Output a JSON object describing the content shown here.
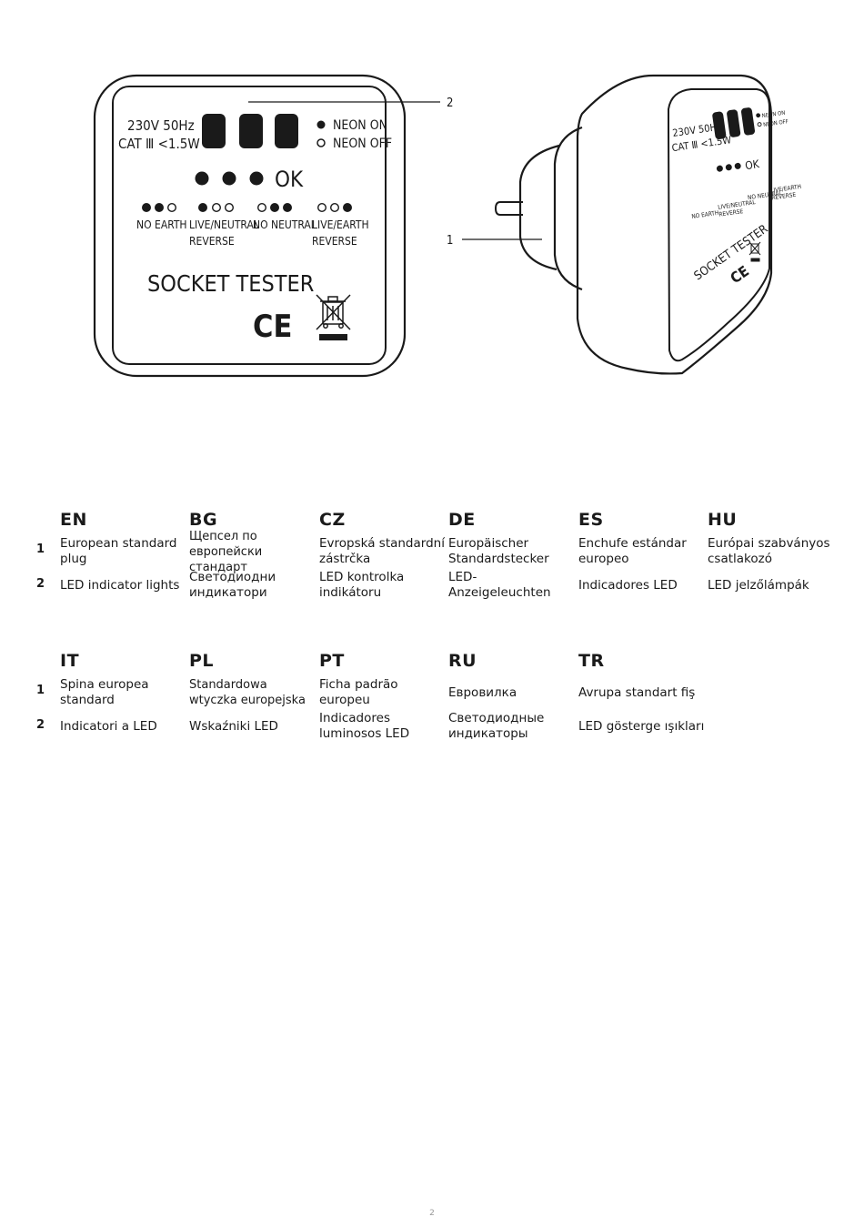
{
  "diagram": {
    "callouts": [
      "2",
      "1"
    ],
    "front": {
      "rating_line1": "230V 50Hz",
      "rating_line2": "CAT Ⅲ <1.5W",
      "legend_on": "NEON ON",
      "legend_off": "NEON OFF",
      "ok_label": "OK",
      "states": [
        {
          "line1": "NO EARTH",
          "line2": ""
        },
        {
          "line1": "LIVE/NEUTRAL",
          "line2": "REVERSE"
        },
        {
          "line1": "NO NEUTRAL",
          "line2": ""
        },
        {
          "line1": "LIVE/EARTH",
          "line2": "REVERSE"
        }
      ],
      "brand_text": "SOCKET TESTER",
      "ce_mark": "CE"
    },
    "side": {
      "rating_line1": "230V 50Hz",
      "rating_line2": "CAT Ⅲ <1.5W",
      "legend_on": "NEON ON",
      "legend_off": "NEON OFF",
      "ok_label": "OK",
      "states": [
        "NO EARTH",
        "LIVE/NEUTRAL",
        "NO NEUTRAL",
        "LIVE/EARTH"
      ],
      "reverse": "REVERSE",
      "brand_text": "SOCKET TESTER",
      "ce_mark": "CE"
    }
  },
  "tables": [
    {
      "row_numbers": [
        "1",
        "2"
      ],
      "columns": [
        {
          "lang": "EN",
          "row1": "European standard plug",
          "row2": "LED indicator lights"
        },
        {
          "lang": "BG",
          "row1": "Щепсел по европейски стандарт",
          "row2": "Светодиодни индикатори"
        },
        {
          "lang": "CZ",
          "row1": "Evropská standardní zástrčka",
          "row2": "LED kontrolka indikátoru"
        },
        {
          "lang": "DE",
          "row1": "Europäischer Standardstecker",
          "row2": "LED-Anzeigeleuchten"
        },
        {
          "lang": "ES",
          "row1": "Enchufe estándar europeo",
          "row2": "Indicadores LED"
        },
        {
          "lang": "HU",
          "row1": "Európai szabványos csatlakozó",
          "row2": "LED jelzőlámpák"
        }
      ]
    },
    {
      "row_numbers": [
        "1",
        "2"
      ],
      "columns": [
        {
          "lang": "IT",
          "row1": "Spina europea standard",
          "row2": "Indicatori a LED"
        },
        {
          "lang": "PL",
          "row1": "Standardowa wtyczka europejska",
          "row2": "Wskaźniki LED"
        },
        {
          "lang": "PT",
          "row1": "Ficha padrão europeu",
          "row2": "Indicadores luminosos LED"
        },
        {
          "lang": "RU",
          "row1": "Евровилка",
          "row2": "Светодиодные индикаторы"
        },
        {
          "lang": "TR",
          "row1": "Avrupa standart fiş",
          "row2": "LED gösterge ışıkları"
        }
      ]
    }
  ],
  "page_number": "2"
}
